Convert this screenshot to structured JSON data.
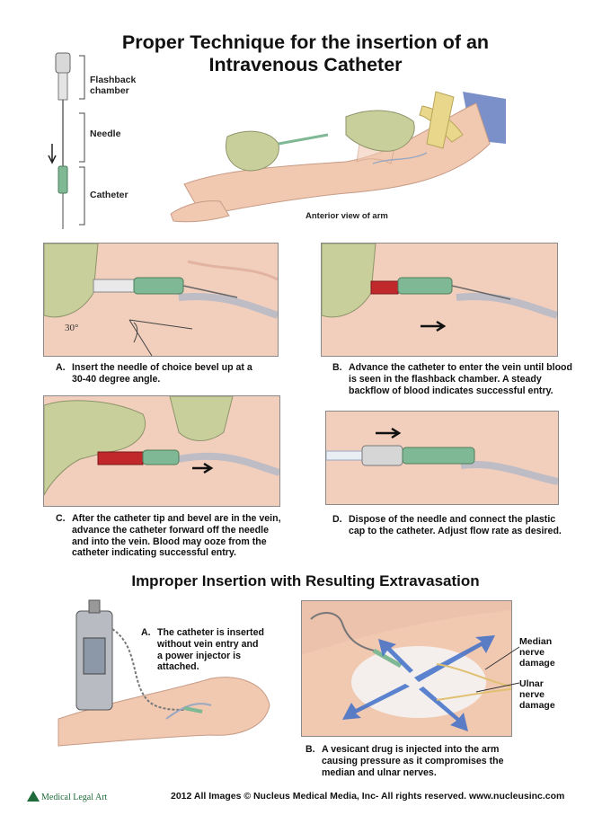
{
  "title": {
    "line1": "Proper Technique for the insertion of an",
    "line2": "Intravenous Catheter"
  },
  "device_labels": {
    "flashback": [
      "Flashback",
      "chamber"
    ],
    "needle": "Needle",
    "catheter": "Catheter"
  },
  "top_caption": "Anterior view of arm",
  "angle_label": "30°",
  "steps": [
    {
      "letter": "A.",
      "lines": [
        "Insert the needle of choice bevel up at a",
        "30-40 degree angle."
      ]
    },
    {
      "letter": "B.",
      "lines": [
        "Advance the catheter to enter the vein until blood",
        "is seen in the flashback chamber.  A steady",
        "backflow of blood indicates successful entry."
      ]
    },
    {
      "letter": "C.",
      "lines": [
        "After the catheter tip and bevel are in the vein,",
        "advance the catheter forward off the needle",
        "and into the vein.  Blood may ooze from the",
        "catheter indicating successful entry."
      ]
    },
    {
      "letter": "D.",
      "lines": [
        "Dispose of the needle and connect the plastic",
        "cap to the catheter.  Adjust flow rate as desired."
      ]
    }
  ],
  "section2_title": "Improper Insertion with Resulting Extravasation",
  "improper": [
    {
      "letter": "A.",
      "lines": [
        "The catheter is inserted",
        "without vein entry and",
        "a power injector is",
        "attached."
      ]
    },
    {
      "letter": "B.",
      "lines": [
        "A vesicant drug is injected into the arm",
        "causing pressure as it compromises the",
        "median and ulnar nerves."
      ]
    }
  ],
  "nerve_labels": {
    "median": [
      "Median",
      "nerve",
      "damage"
    ],
    "ulnar": [
      "Ulnar",
      "nerve",
      "damage"
    ]
  },
  "footer": {
    "logo_text": "Medical Legal Art",
    "copyright": "2012 All Images © Nucleus Medical Media, Inc- All rights reserved. www.nucleusinc.com"
  },
  "colors": {
    "skin": "#f1c9b1",
    "glove": "#c9cf9a",
    "catheter_green": "#7fb894",
    "blood_red": "#c0282b",
    "vein": "#9aa8c2",
    "arrow_blue": "#3f6fc8",
    "sleeve": "#7b90c9"
  }
}
